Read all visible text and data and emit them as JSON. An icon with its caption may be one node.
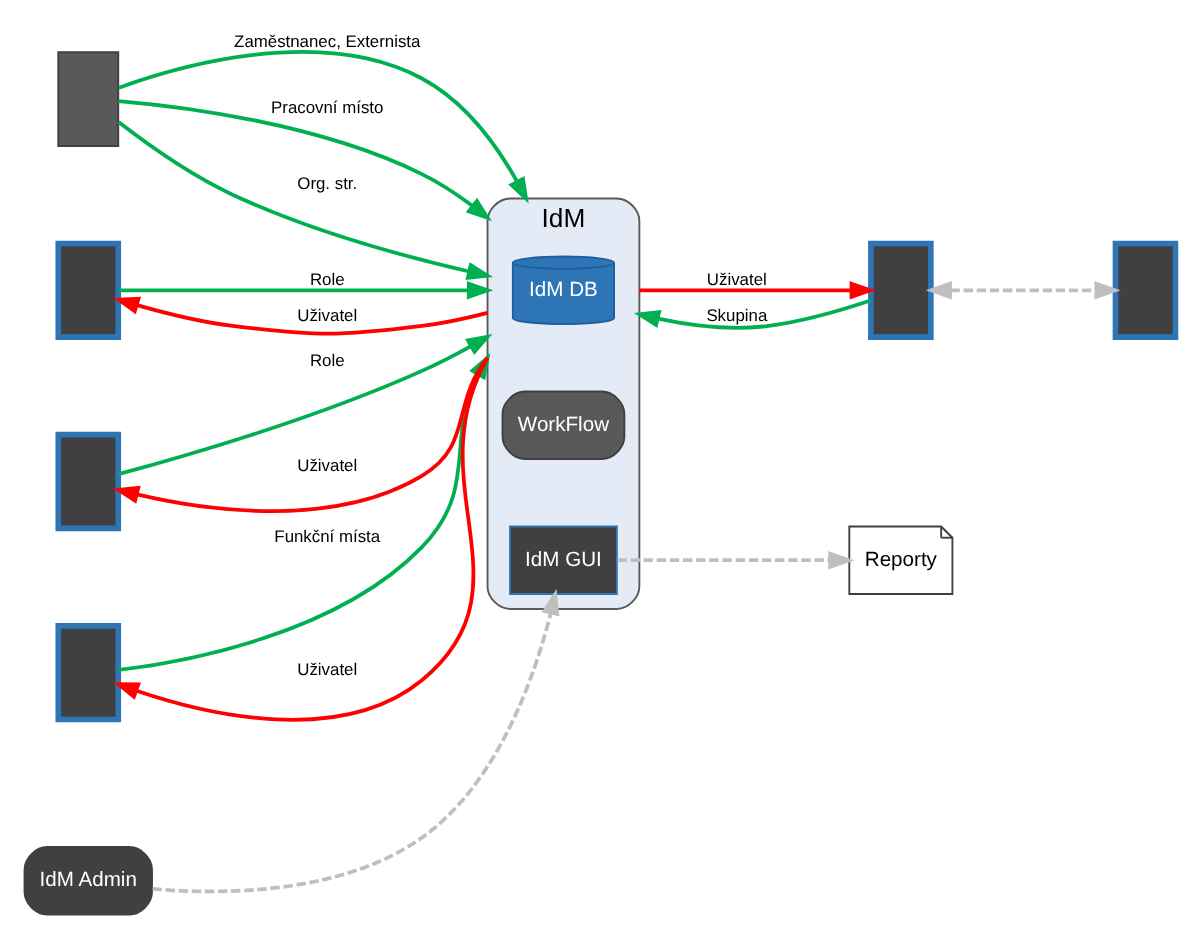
{
  "diagram": {
    "nodes": [
      {
        "text": [],
        "shape": "box"
      },
      {
        "text": [],
        "shape": "box"
      },
      {
        "text": [],
        "shape": "box"
      },
      {
        "text": [],
        "shape": "box"
      },
      {
        "text": [
          "IdM"
        ]
      },
      {
        "text": [
          "IdM DB"
        ],
        "in": 4
      },
      {
        "text": [
          "WorkFlow"
        ],
        "in": 4
      },
      {
        "text": [
          "IdM GUI"
        ],
        "in": 4
      },
      {
        "text": [
          "IdM Admin"
        ]
      },
      {
        "text": [
          "Reporty"
        ]
      },
      {
        "text": [],
        "shape": "box"
      },
      {
        "text": [],
        "shape": "box"
      }
    ],
    "edges": [
      {
        "from": 0,
        "to": 4,
        "arrow": "to",
        "label": "Zaměstnanec, Externista"
      },
      {
        "from": 0,
        "to": 4,
        "arrow": "to",
        "label": "Pracovní místo"
      },
      {
        "from": 0,
        "to": 4,
        "arrow": "to",
        "label": "Org. str."
      },
      {
        "from": 1,
        "to": 4,
        "arrow": "to",
        "label": "Role"
      },
      {
        "from": 4,
        "to": 1,
        "arrow": "to",
        "label": "Uživatel",
        "color": "#ff0000"
      },
      {
        "from": 2,
        "to": 4,
        "arrow": "to",
        "label": "Role"
      },
      {
        "from": 4,
        "to": 2,
        "arrow": "to",
        "label": "Uživatel",
        "color": "#ff0000"
      },
      {
        "from": 3,
        "to": 4,
        "arrow": "to",
        "label": "Funkční místa"
      },
      {
        "from": 4,
        "to": 3,
        "arrow": "to",
        "label": "Uživatel",
        "color": "#ff0000"
      },
      {
        "from": 4,
        "to": 10,
        "arrow": "to",
        "label": "Uživatel",
        "color": "#ff0000"
      },
      {
        "from": 10,
        "to": 4,
        "arrow": "to",
        "label": "Skupina"
      },
      {
        "from": 8,
        "to": 7,
        "arrow": "to",
        "style": "dashed",
        "color": "#bfbfbf"
      },
      {
        "from": 7,
        "to": 9,
        "arrow": "to",
        "style": "dashed",
        "color": "#bfbfbf"
      },
      {
        "from": 10,
        "to": 11,
        "arrow": "both",
        "style": "dashed",
        "color": "#bfbfbf"
      }
    ]
  }
}
